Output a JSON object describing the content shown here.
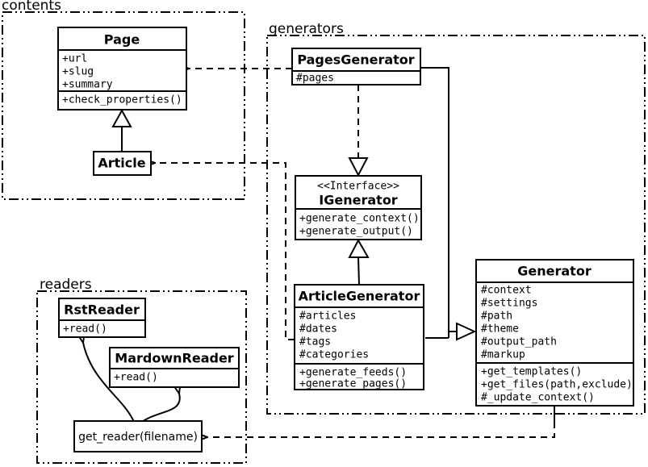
{
  "diagram": {
    "title": "UML class diagram",
    "colors": {
      "ink": "#000000",
      "paper": "#ffffff"
    },
    "packages": {
      "contents": {
        "label": "contents"
      },
      "generators": {
        "label": "generators"
      },
      "readers": {
        "label": "readers"
      }
    },
    "classes": {
      "page": {
        "name": "Page",
        "attrs": [
          "+url",
          "+slug",
          "+summary"
        ],
        "methods": [
          "+check_properties()"
        ]
      },
      "article": {
        "name": "Article"
      },
      "pagesGenerator": {
        "name": "PagesGenerator",
        "attrs": [
          "#pages"
        ]
      },
      "igenerator": {
        "stereotype": "<<Interface>>",
        "name": "IGenerator",
        "methods": [
          "+generate_context()",
          "+generate_output()"
        ]
      },
      "articleGenerator": {
        "name": "ArticleGenerator",
        "attrs": [
          "#articles",
          "#dates",
          "#tags",
          "#categories"
        ],
        "methods": [
          "+generate_feeds()",
          "+generate_pages()"
        ]
      },
      "generator": {
        "name": "Generator",
        "attrs": [
          "#context",
          "#settings",
          "#path",
          "#theme",
          "#output_path",
          "#markup"
        ],
        "methods": [
          "+get_templates()",
          "+get_files(path,exclude)",
          "#_update_context()"
        ]
      },
      "rstReader": {
        "name": "RstReader",
        "methods": [
          "+read()"
        ]
      },
      "mardownReader": {
        "name": "MardownReader",
        "methods": [
          "+read()"
        ]
      },
      "getReader": {
        "name": "get_reader(filename)"
      }
    }
  }
}
